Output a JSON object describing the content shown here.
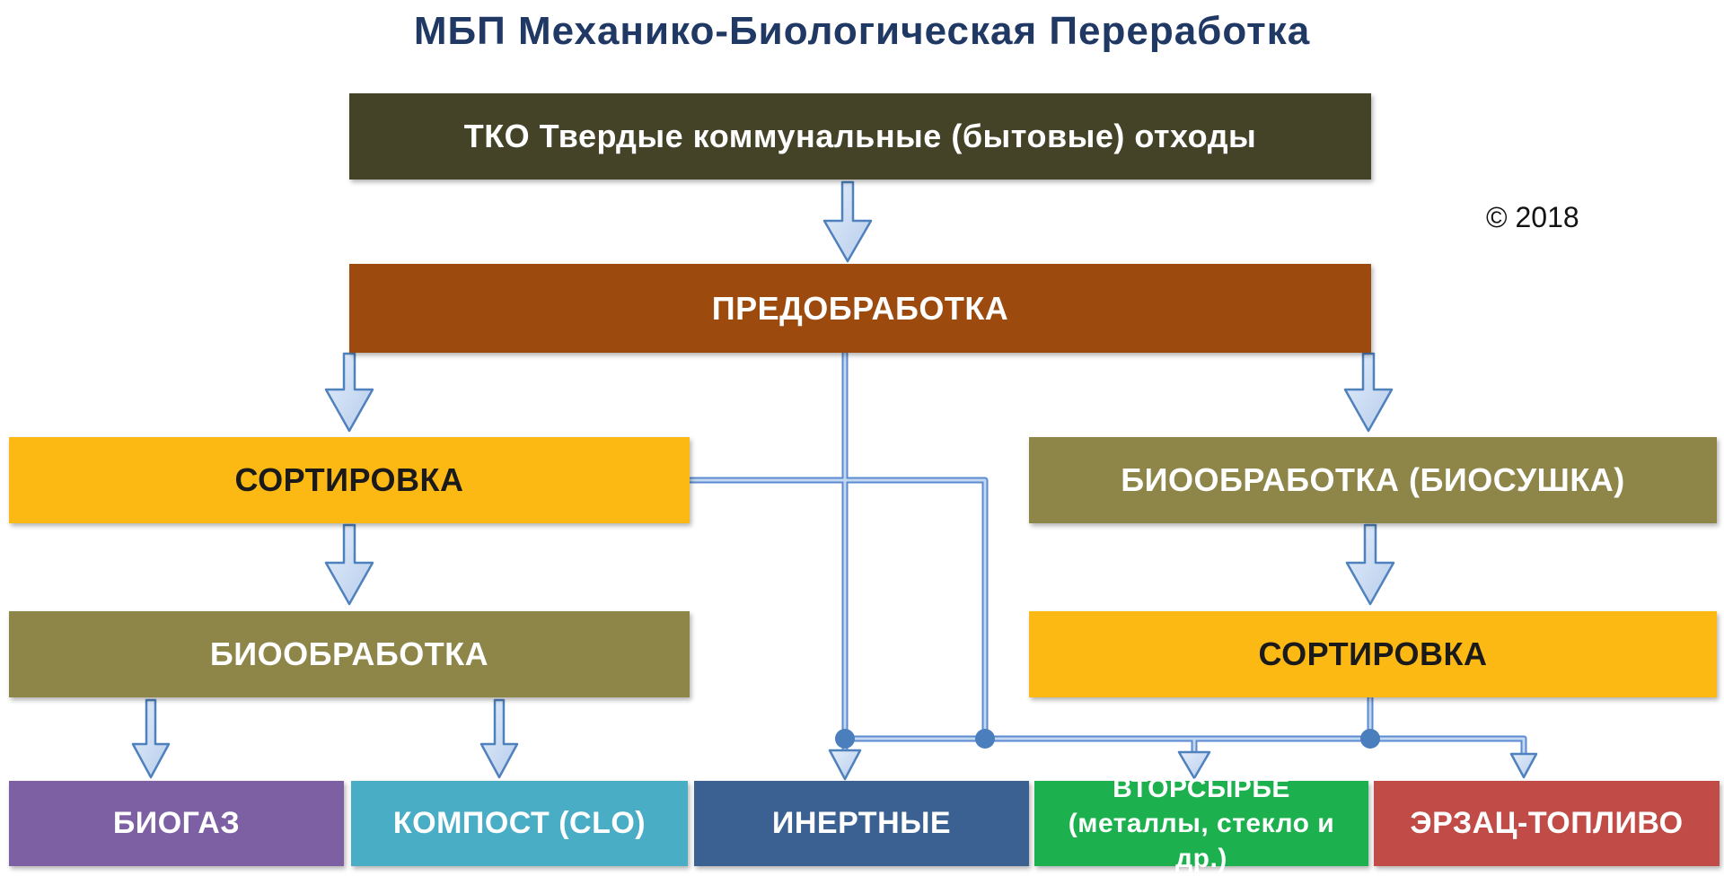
{
  "title": "МБП Механико-Биологическая Переработка",
  "copyright": "© 2018",
  "title_color": "#1f3864",
  "nodes": {
    "tko": {
      "label": "ТКО Твердые коммунальные (бытовые) отходы",
      "color": "#454327",
      "text_color": "#ffffff"
    },
    "predobrabotka": {
      "label": "ПРЕДОБРАБОТКА",
      "color": "#9c4a0e",
      "text_color": "#ffffff"
    },
    "sortirovka_left": {
      "label": "СОРТИРОВКА",
      "color": "#fcb813",
      "text_color": "#1a1a1a"
    },
    "bioobrabotka_biosushka": {
      "label": "БИООБРАБОТКА (БИОСУШКА)",
      "color": "#8e8549",
      "text_color": "#ffffff"
    },
    "bioobrabotka_left": {
      "label": "БИООБРАБОТКА",
      "color": "#8e8549",
      "text_color": "#ffffff"
    },
    "sortirovka_right": {
      "label": "СОРТИРОВКА",
      "color": "#fcb813",
      "text_color": "#1a1a1a"
    },
    "biogaz": {
      "label": "БИОГАЗ",
      "color": "#7d5fa3",
      "text_color": "#ffffff"
    },
    "kompost_clo": {
      "label": "КОМПОСТ (CLO)",
      "color": "#48adc5",
      "text_color": "#ffffff"
    },
    "inertnye": {
      "label": "ИНЕРТНЫЕ",
      "color": "#3a6191",
      "text_color": "#ffffff"
    },
    "vtorsyrye": {
      "label": "ВТОРСЫРЬЕ (металлы, стекло и др.)",
      "color": "#1cb14e",
      "text_color": "#ffffff"
    },
    "erzac_toplivo": {
      "label": "ЭРЗАЦ-ТОПЛИВО",
      "color": "#c04b47",
      "text_color": "#ffffff"
    }
  },
  "edges": [
    {
      "from": "tko",
      "to": "predobrabotka"
    },
    {
      "from": "predobrabotka",
      "to": "sortirovka_left"
    },
    {
      "from": "predobrabotka",
      "to": "bioobrabotka_biosushka"
    },
    {
      "from": "predobrabotka",
      "to": "inertnye"
    },
    {
      "from": "sortirovka_left",
      "to": "bioobrabotka_left"
    },
    {
      "from": "sortirovka_left",
      "to": "collector_bus"
    },
    {
      "from": "bioobrabotka_left",
      "to": "biogaz"
    },
    {
      "from": "bioobrabotka_left",
      "to": "kompost_clo"
    },
    {
      "from": "bioobrabotka_biosushka",
      "to": "sortirovka_right"
    },
    {
      "from": "sortirovka_right",
      "to": "collector_bus"
    },
    {
      "from": "collector_bus",
      "to": "inertnye"
    },
    {
      "from": "collector_bus",
      "to": "vtorsyrye"
    },
    {
      "from": "collector_bus",
      "to": "erzac_toplivo"
    }
  ],
  "connector_style": {
    "line_outer": "#5b8bd0",
    "line_inner": "#c3d7f1",
    "arrow_fill": "#cfdff4",
    "arrow_stroke": "#4f81bd",
    "junction_dot": "#4a7ebd"
  }
}
